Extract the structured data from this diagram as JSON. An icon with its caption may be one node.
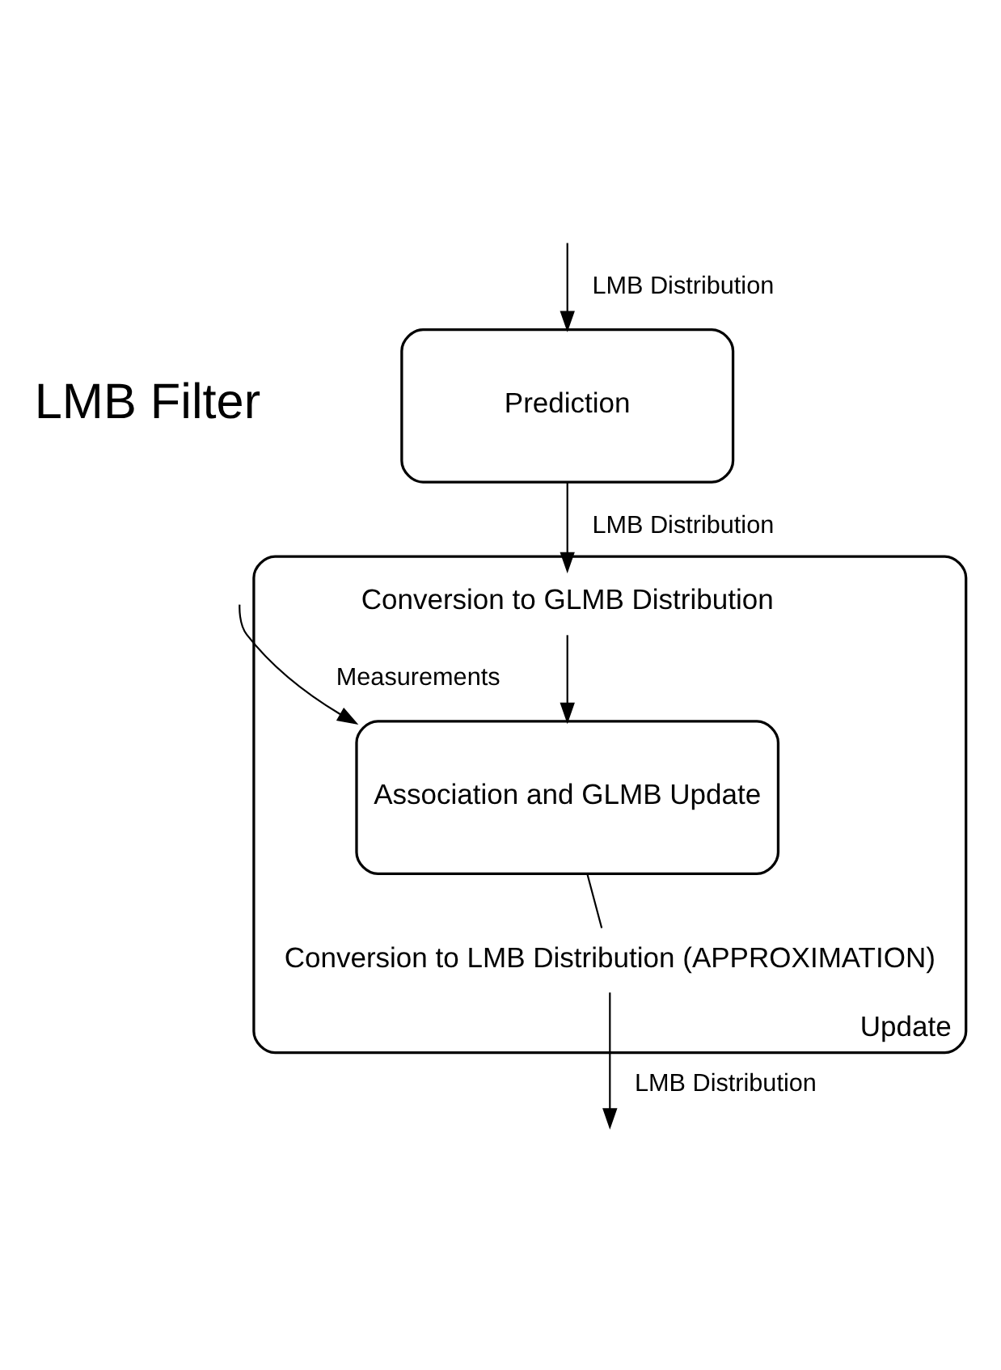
{
  "diagram": {
    "nodes": [
      {
        "text": [
          "Prediction"
        ]
      },
      {
        "text": [
          "Update"
        ]
      },
      {
        "text": [
          "Conversion to GLMB Distribution"
        ],
        "in": 1
      },
      {
        "text": [
          "Association and GLMB Update"
        ],
        "in": 1
      },
      {
        "text": [
          "Conversion to LMB Distribution (APPROXIMATION)"
        ],
        "in": 1
      }
    ],
    "edges": [
      {
        "from": null,
        "to": 0,
        "arrow": "to",
        "label": "LMB Distribution"
      },
      {
        "from": 0,
        "to": 2,
        "arrow": "to",
        "label": "LMB Distribution"
      },
      {
        "from": 2,
        "to": 3,
        "arrow": "to"
      },
      {
        "from": null,
        "to": 3,
        "arrow": "to",
        "label": "Measurements"
      },
      {
        "from": 3,
        "to": 4,
        "arrow": "none"
      },
      {
        "from": 4,
        "to": null,
        "arrow": "to",
        "label": "LMB Distribution"
      }
    ],
    "labels": [
      "LMB Filter"
    ]
  }
}
